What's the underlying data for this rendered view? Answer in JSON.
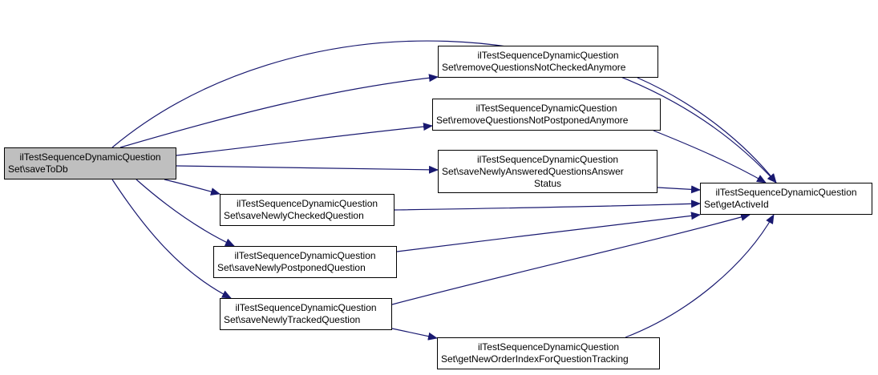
{
  "colors": {
    "edge": "#191970",
    "root_fill": "#bfbfbf",
    "node_fill": "#ffffff",
    "border": "#000000"
  },
  "nodes": [
    {
      "id": "saveToDb",
      "lines": [
        "ilTestSequenceDynamicQuestion",
        "Set\\saveToDb"
      ],
      "root": true
    },
    {
      "id": "removeQuestionsNotCheckedAnymore",
      "lines": [
        "ilTestSequenceDynamicQuestion",
        "Set\\removeQuestionsNotCheckedAnymore"
      ]
    },
    {
      "id": "removeQuestionsNotPostponedAnymore",
      "lines": [
        "ilTestSequenceDynamicQuestion",
        "Set\\removeQuestionsNotPostponedAnymore"
      ]
    },
    {
      "id": "saveNewlyAnsweredQuestionsAnswerStatus",
      "lines": [
        "ilTestSequenceDynamicQuestion",
        "Set\\saveNewlyAnsweredQuestionsAnswer",
        "Status"
      ]
    },
    {
      "id": "saveNewlyCheckedQuestion",
      "lines": [
        "ilTestSequenceDynamicQuestion",
        "Set\\saveNewlyCheckedQuestion"
      ]
    },
    {
      "id": "saveNewlyPostponedQuestion",
      "lines": [
        "ilTestSequenceDynamicQuestion",
        "Set\\saveNewlyPostponedQuestion"
      ]
    },
    {
      "id": "saveNewlyTrackedQuestion",
      "lines": [
        "ilTestSequenceDynamicQuestion",
        "Set\\saveNewlyTrackedQuestion"
      ]
    },
    {
      "id": "getNewOrderIndexForQuestionTracking",
      "lines": [
        "ilTestSequenceDynamicQuestion",
        "Set\\getNewOrderIndexForQuestionTracking"
      ]
    },
    {
      "id": "getActiveId",
      "lines": [
        "ilTestSequenceDynamicQuestion",
        "Set\\getActiveId"
      ]
    }
  ],
  "edges": [
    {
      "from": "saveToDb",
      "to": "getActiveId"
    },
    {
      "from": "saveToDb",
      "to": "removeQuestionsNotCheckedAnymore"
    },
    {
      "from": "saveToDb",
      "to": "removeQuestionsNotPostponedAnymore"
    },
    {
      "from": "saveToDb",
      "to": "saveNewlyAnsweredQuestionsAnswerStatus"
    },
    {
      "from": "saveToDb",
      "to": "saveNewlyCheckedQuestion"
    },
    {
      "from": "saveToDb",
      "to": "saveNewlyPostponedQuestion"
    },
    {
      "from": "saveToDb",
      "to": "saveNewlyTrackedQuestion"
    },
    {
      "from": "removeQuestionsNotCheckedAnymore",
      "to": "getActiveId"
    },
    {
      "from": "removeQuestionsNotPostponedAnymore",
      "to": "getActiveId"
    },
    {
      "from": "saveNewlyAnsweredQuestionsAnswerStatus",
      "to": "getActiveId"
    },
    {
      "from": "saveNewlyCheckedQuestion",
      "to": "getActiveId"
    },
    {
      "from": "saveNewlyPostponedQuestion",
      "to": "getActiveId"
    },
    {
      "from": "saveNewlyTrackedQuestion",
      "to": "getActiveId"
    },
    {
      "from": "saveNewlyTrackedQuestion",
      "to": "getNewOrderIndexForQuestionTracking"
    },
    {
      "from": "getNewOrderIndexForQuestionTracking",
      "to": "getActiveId"
    }
  ]
}
